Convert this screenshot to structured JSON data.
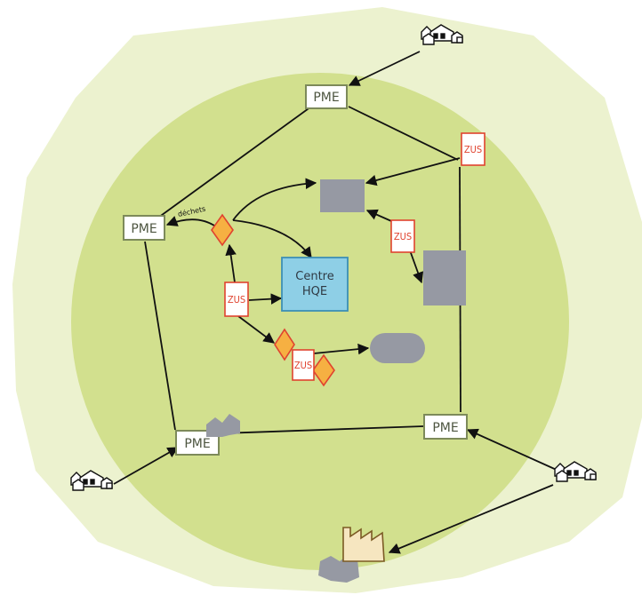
{
  "nodes": {
    "pme_top": "PME",
    "pme_left": "PME",
    "pme_bottom_left": "PME",
    "pme_bottom_right": "PME",
    "zus_top_right": "ZUS",
    "zus_middle_right": "ZUS",
    "zus_centre": "ZUS",
    "zus_lower": "ZUS",
    "centre_line1": "Centre",
    "centre_line2": "HQE",
    "small_label": "déchets"
  },
  "colors": {
    "outer_zone": "#ecf2cf",
    "inner_zone": "#d2e08e",
    "pme_border": "#7d8a5a",
    "zus_red": "#e0432f",
    "diamond_orange": "#f6b042",
    "grey_block": "#9699a3",
    "centre_blue": "#8ecfe6"
  },
  "icons": [
    "village-icon",
    "village-icon",
    "village-icon",
    "factory-icon",
    "buildings-icon",
    "buildings-icon"
  ]
}
